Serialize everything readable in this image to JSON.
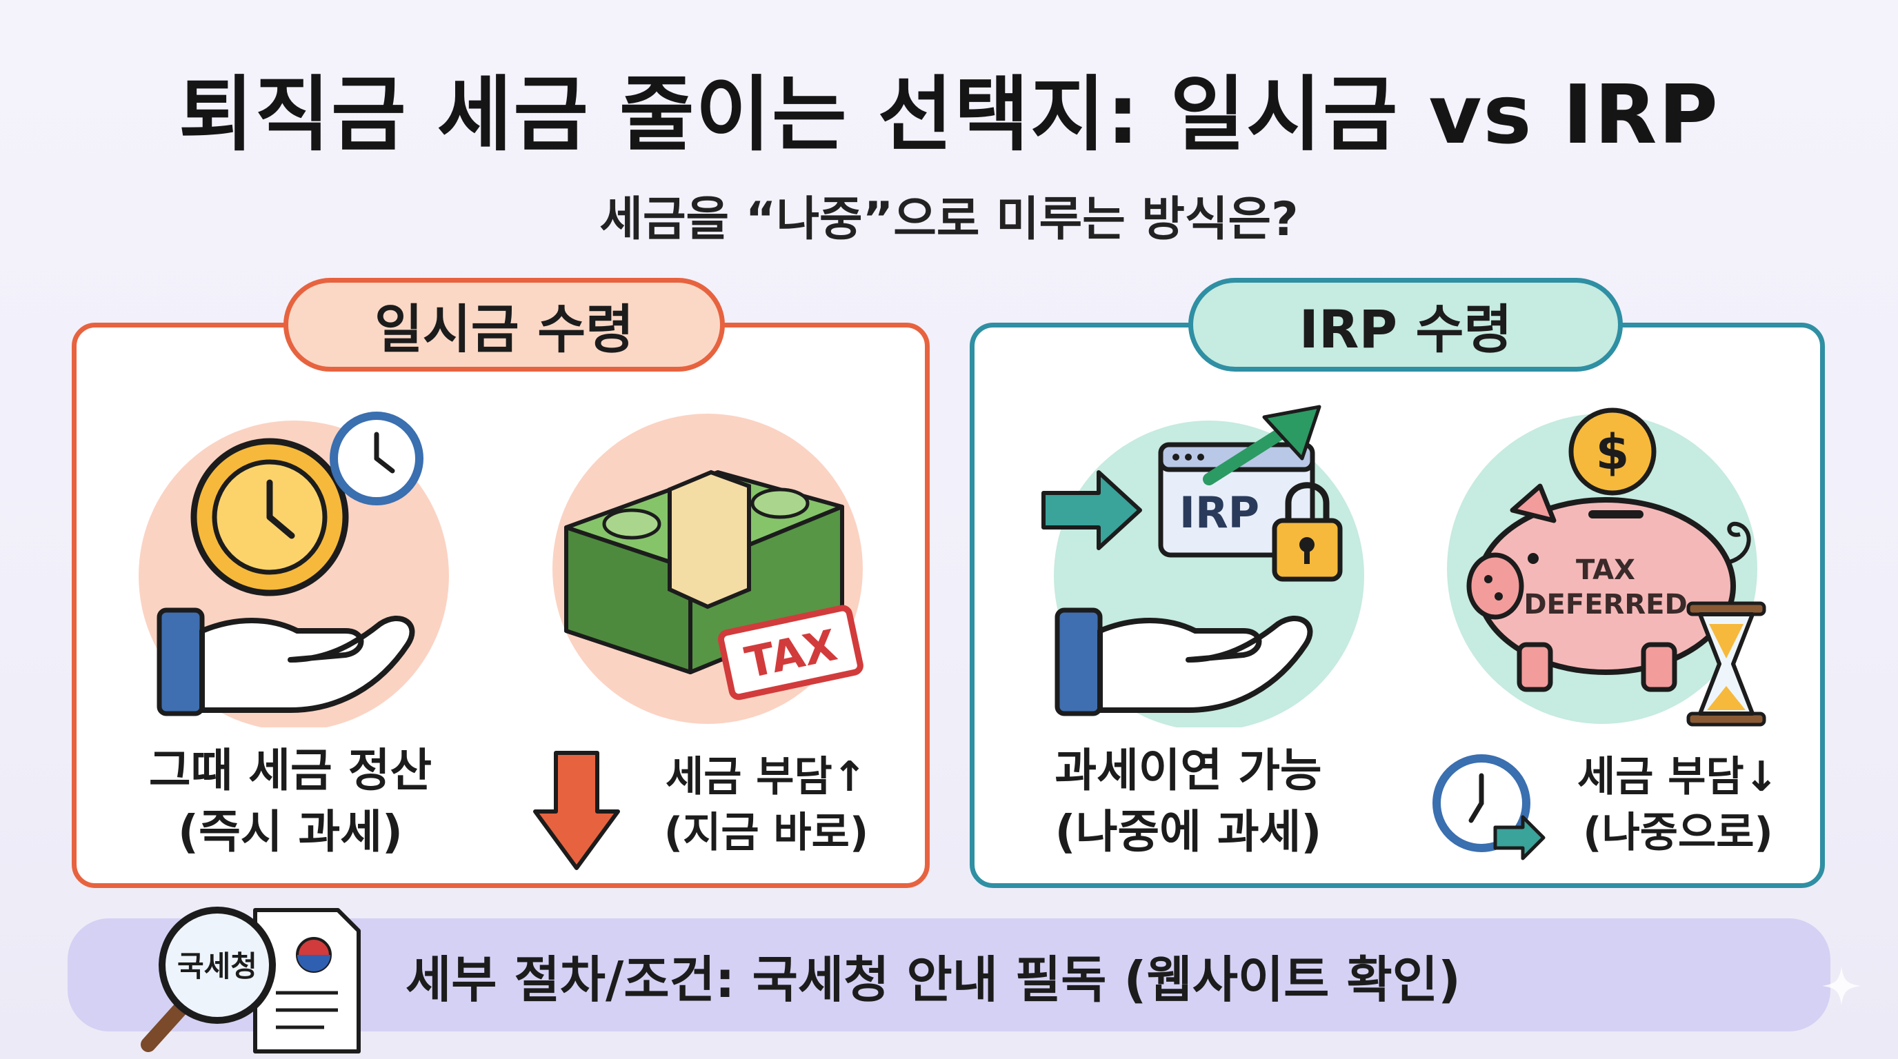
{
  "title": "퇴직금 세금 줄이는 선택지: 일시금 vs IRP",
  "subtitle": "세금을 “나중”으로 미루는 방식은?",
  "lump_sum": {
    "header": "일시금 수령",
    "caption_main_line1": "그때 세금 정산",
    "caption_main_line2": "(즉시 과세)",
    "caption_side_line1": "세금 부담↑",
    "caption_side_line2": "(지금 바로)",
    "tax_stamp": "TAX"
  },
  "irp": {
    "header": "IRP 수령",
    "caption_main_line1": "과세이연 가능",
    "caption_main_line2": "(나중에 과세)",
    "caption_side_line1": "세금 부담↓",
    "caption_side_line2": "(나중으로)",
    "account_label": "IRP",
    "piggy_label_line1": "TAX",
    "piggy_label_line2": "DEFERRED"
  },
  "footer": {
    "text": "세부 절차/조건: 국세청 안내 필독 (웹사이트 확인)",
    "badge": "국세청"
  },
  "colors": {
    "accent_orange": "#e7633f",
    "accent_teal": "#2f8fa3",
    "pill_orange": "#fbd8c6",
    "pill_teal": "#c6ebe0",
    "footer_bar": "#d4d1f4"
  },
  "icons": [
    "clock-icon",
    "coin-icon",
    "hand-icon",
    "money-stack-icon",
    "tax-stamp-icon",
    "arrow-down-icon",
    "arrow-right-icon",
    "account-window-icon",
    "lock-icon",
    "growth-arrow-icon",
    "piggy-bank-icon",
    "dollar-coin-icon",
    "hourglass-icon",
    "clock-forward-icon",
    "magnifier-icon",
    "document-icon"
  ]
}
